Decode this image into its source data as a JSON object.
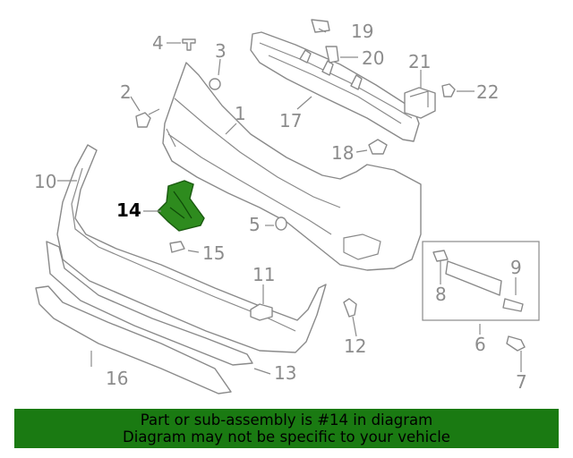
{
  "callouts": {
    "c1": "1",
    "c2": "2",
    "c3": "3",
    "c4": "4",
    "c5": "5",
    "c6": "6",
    "c7": "7",
    "c8": "8",
    "c9": "9",
    "c10": "10",
    "c11": "11",
    "c12": "12",
    "c13": "13",
    "c14": "14",
    "c15": "15",
    "c16": "16",
    "c17": "17",
    "c18": "18",
    "c19": "19",
    "c20": "20",
    "c21": "21",
    "c22": "22"
  },
  "highlight_color": "#1a7a12",
  "banner": {
    "line1": "Part or sub-assembly is #14 in diagram",
    "line2": "Diagram may not be specific to your vehicle"
  }
}
